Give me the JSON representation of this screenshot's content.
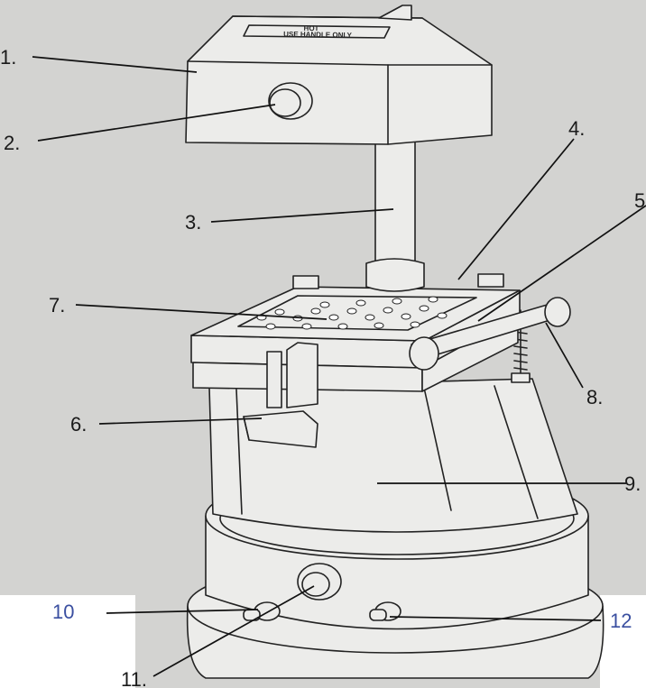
{
  "device": {
    "heater_warning_text": "HOT\nUSE HANDLE ONLY"
  },
  "callouts": [
    {
      "id": "1",
      "text": "1.",
      "color": "#1a1a1a"
    },
    {
      "id": "2",
      "text": "2.",
      "color": "#1a1a1a"
    },
    {
      "id": "3",
      "text": "3.",
      "color": "#1a1a1a"
    },
    {
      "id": "4",
      "text": "4.",
      "color": "#1a1a1a"
    },
    {
      "id": "5",
      "text": "5",
      "color": "#1a1a1a"
    },
    {
      "id": "6",
      "text": "6.",
      "color": "#1a1a1a"
    },
    {
      "id": "7",
      "text": "7.",
      "color": "#1a1a1a"
    },
    {
      "id": "8",
      "text": "8.",
      "color": "#1a1a1a"
    },
    {
      "id": "9",
      "text": "9.",
      "color": "#1a1a1a"
    },
    {
      "id": "10",
      "text": "10",
      "color": "#3a4fa0"
    },
    {
      "id": "11",
      "text": "11.",
      "color": "#1a1a1a"
    },
    {
      "id": "12",
      "text": "12",
      "color": "#3a4fa0"
    }
  ],
  "warning_lines": [
    "HOT",
    "USE HANDLE ONLY"
  ]
}
